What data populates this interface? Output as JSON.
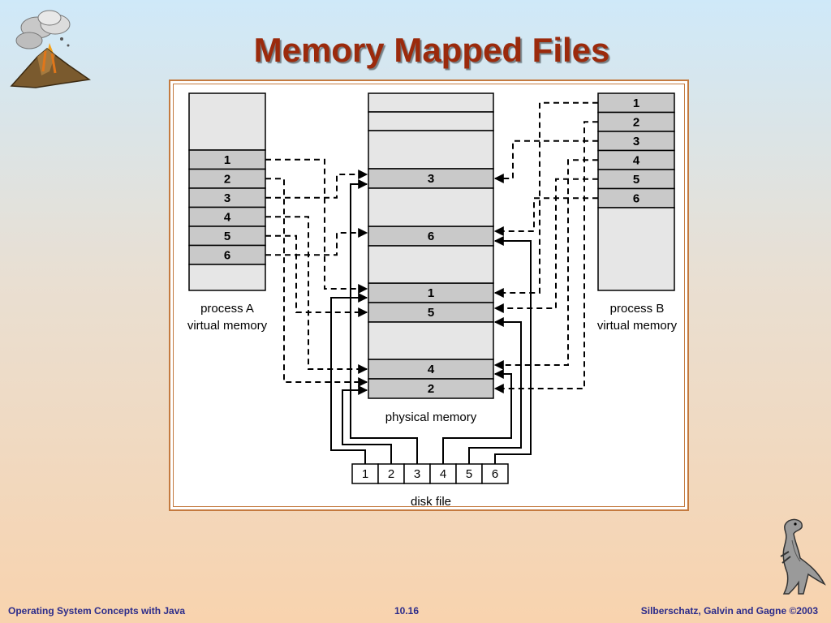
{
  "slide": {
    "title": "Memory Mapped Files"
  },
  "diagram": {
    "process_a_label_1": "process A",
    "process_a_label_2": "virtual memory",
    "process_b_label_1": "process B",
    "process_b_label_2": "virtual memory",
    "physical_memory_label": "physical memory",
    "disk_file_label": "disk file",
    "process_a_pages": [
      "1",
      "2",
      "3",
      "4",
      "5",
      "6"
    ],
    "process_b_pages": [
      "1",
      "2",
      "3",
      "4",
      "5",
      "6"
    ],
    "physical_frames": [
      "3",
      "6",
      "1",
      "5",
      "4",
      "2"
    ],
    "disk_blocks": [
      "1",
      "2",
      "3",
      "4",
      "5",
      "6"
    ],
    "colors": {
      "empty_block": "#e6e6e6",
      "page_block": "#c9c9c9",
      "line": "#000000",
      "frame_border": "#c47a3f"
    }
  },
  "footer": {
    "left": "Operating System Concepts with Java",
    "center": "10.16",
    "right": "Silberschatz, Galvin and Gagne ©2003"
  },
  "icons": [
    "volcano-icon",
    "dinosaur-icon"
  ]
}
